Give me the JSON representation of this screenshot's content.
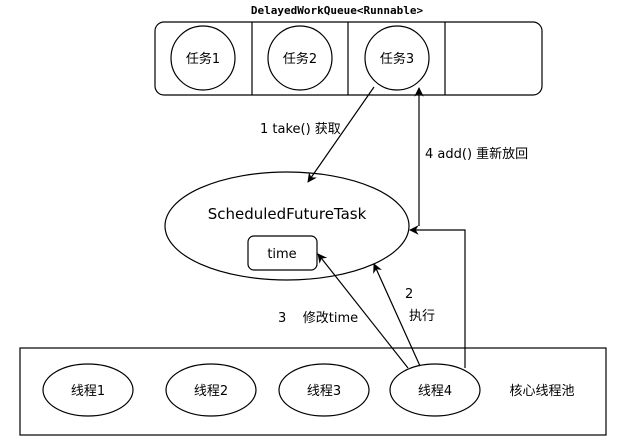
{
  "queue": {
    "title": "DelayedWorkQueue<Runnable>",
    "tasks": [
      "任务1",
      "任务2",
      "任务3"
    ]
  },
  "scheduled_task": {
    "name": "ScheduledFutureTask",
    "field": "time"
  },
  "pool": {
    "label": "核心线程池",
    "threads": [
      "线程1",
      "线程2",
      "线程3",
      "线程4"
    ]
  },
  "edges": {
    "take": "1  take()  获取",
    "add": "4  add()  重新放回",
    "exec_num": "2",
    "exec_text": "执行",
    "modify": "3    修改time"
  },
  "colors": {
    "stroke": "#000000",
    "background": "#ffffff"
  }
}
